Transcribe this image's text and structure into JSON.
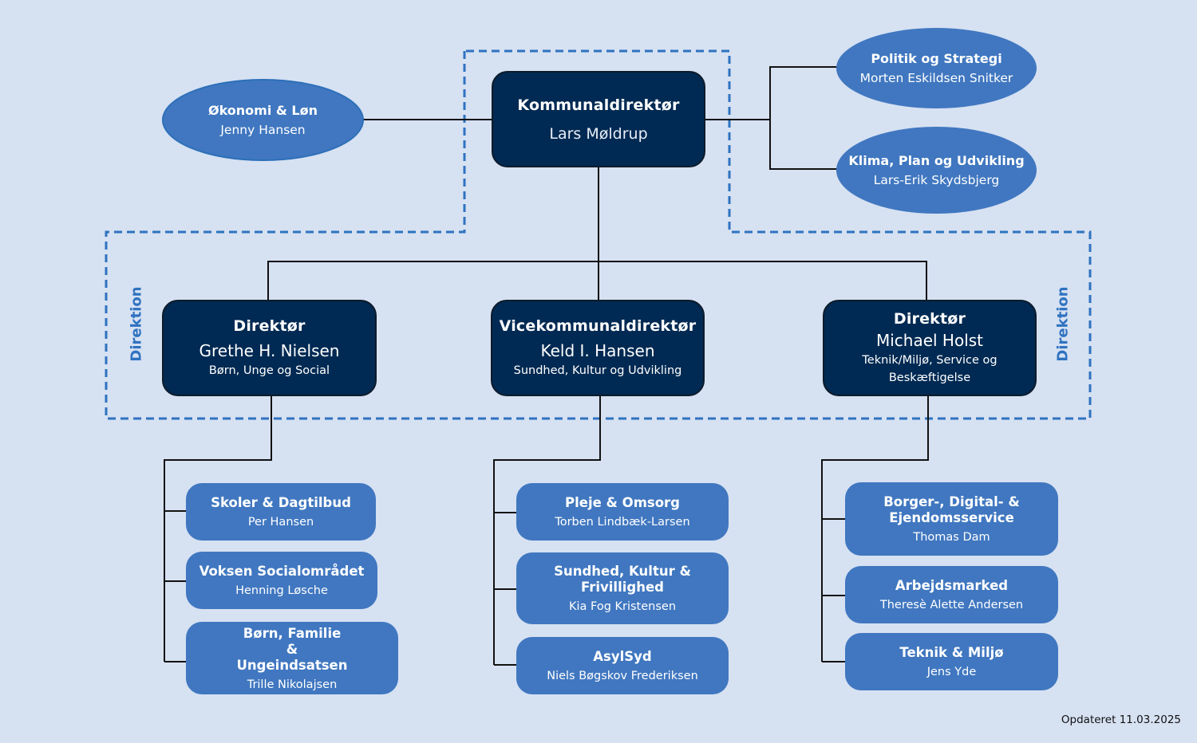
{
  "colors": {
    "background": "#d6e1f2",
    "dark_box": "#002a53",
    "medium_box": "#4077c0",
    "dashed_border": "#2f72c0",
    "connector": "#111111"
  },
  "top": {
    "role": "Kommunaldirektør",
    "name": "Lars Møldrup"
  },
  "staff_left": {
    "unit": "Økonomi & Løn",
    "person": "Jenny Hansen"
  },
  "staff_right": [
    {
      "unit": "Politik og Strategi",
      "person": "Morten Eskildsen Snitker"
    },
    {
      "unit": "Klima, Plan og Udvikling",
      "person": "Lars-Erik Skydsbjerg"
    }
  ],
  "direktion_label": "Direktion",
  "directors": [
    {
      "role": "Direktør",
      "name": "Grethe H. Nielsen",
      "area": "Børn, Unge og Social",
      "units": [
        {
          "unit": "Skoler & Dagtilbud",
          "person": "Per Hansen"
        },
        {
          "unit": "Voksen Socialområdet",
          "person": "Henning Løsche"
        },
        {
          "unit": "Børn, Familie & Ungeindsatsen",
          "person": "Trille Nikolajsen"
        }
      ]
    },
    {
      "role": "Vicekommunaldirektør",
      "name": "Keld I. Hansen",
      "area": "Sundhed, Kultur og Udvikling",
      "units": [
        {
          "unit": "Pleje & Omsorg",
          "person": "Torben Lindbæk-Larsen"
        },
        {
          "unit": "Sundhed, Kultur & Frivillighed",
          "person": "Kia Fog Kristensen"
        },
        {
          "unit": "AsylSyd",
          "person": "Niels Bøgskov Frederiksen"
        }
      ]
    },
    {
      "role": "Direktør",
      "name": "Michael Holst",
      "area": "Teknik/Miljø, Service og Beskæftigelse",
      "units": [
        {
          "unit": "Borger-, Digital- & Ejendomsservice",
          "person": "Thomas Dam"
        },
        {
          "unit": "Arbejdsmarked",
          "person": "Theresè Alette Andersen"
        },
        {
          "unit": "Teknik & Miljø",
          "person": "Jens Yde"
        }
      ]
    }
  ],
  "footer": "Opdateret 11.03.2025"
}
